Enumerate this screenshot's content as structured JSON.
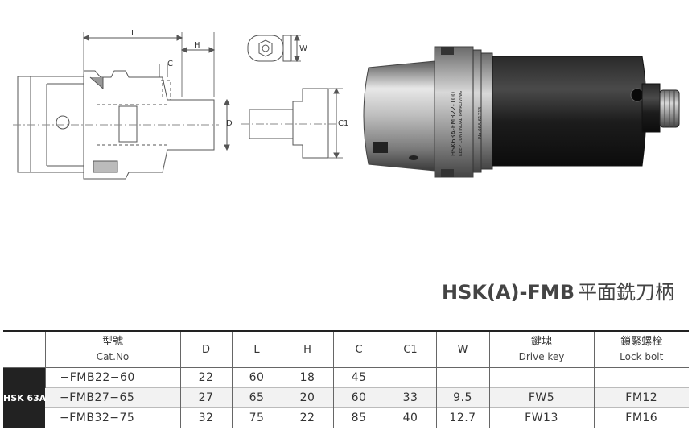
{
  "drawing": {
    "dim_L": "L",
    "dim_H": "H",
    "dim_C": "C",
    "dim_D": "D",
    "dim_W": "W",
    "dim_C1": "C1",
    "holder_marking_1": "HSK63A-FMB22-100",
    "holder_marking_2": "KEEP CONTINUAL IMPROVING",
    "holder_marking_3": "No.06A 61713"
  },
  "title": {
    "en": "HSK(A)-FMB",
    "zh": "平面銑刀柄"
  },
  "table": {
    "series": "HSK 63A",
    "headers": [
      {
        "zh": "型號",
        "en": "Cat.No"
      },
      {
        "zh": "",
        "en": "D"
      },
      {
        "zh": "",
        "en": "L"
      },
      {
        "zh": "",
        "en": "H"
      },
      {
        "zh": "",
        "en": "C"
      },
      {
        "zh": "",
        "en": "C1"
      },
      {
        "zh": "",
        "en": "W"
      },
      {
        "zh": "鍵塊",
        "en": "Drive key"
      },
      {
        "zh": "鎖緊螺栓",
        "en": "Lock bolt"
      }
    ],
    "rows": [
      [
        "−FMB22−60",
        "22",
        "60",
        "18",
        "45",
        "",
        "",
        "",
        ""
      ],
      [
        "−FMB27−65",
        "27",
        "65",
        "20",
        "60",
        "33",
        "9.5",
        "FW5",
        "FM12"
      ],
      [
        "−FMB32−75",
        "32",
        "75",
        "22",
        "85",
        "40",
        "12.7",
        "FW13",
        "FM16"
      ]
    ]
  }
}
